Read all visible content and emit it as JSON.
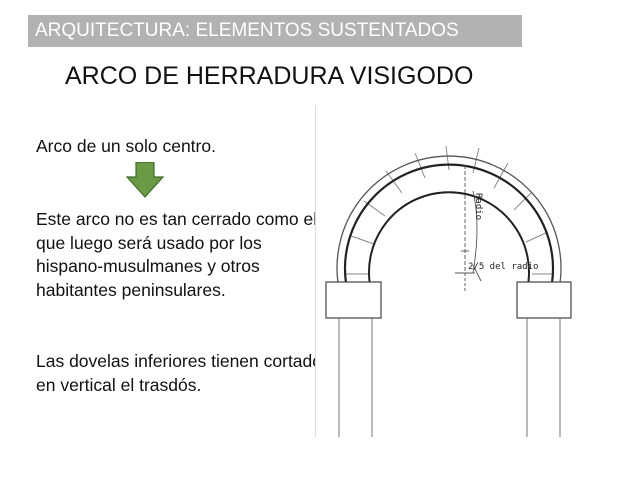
{
  "header": {
    "banner": "ARQUITECTURA: ELEMENTOS SUSTENTADOS",
    "title": "ARCO DE HERRADURA VISIGODO"
  },
  "text": {
    "p1": "Arco de un solo centro.",
    "p2": "Este arco no es tan cerrado como el que luego será usado por los hispano-musulmanes y otros habitantes peninsulares.",
    "p3": "Las dovelas inferiores tienen cortado en vertical el trasdós."
  },
  "diagram": {
    "radius_label": "Radio",
    "ratio_label": "2/5 del radio"
  },
  "colors": {
    "banner_bg": "#b2b2b2",
    "arrow_fill": "#6b9a46",
    "arrow_stroke": "#3f6a2a"
  }
}
